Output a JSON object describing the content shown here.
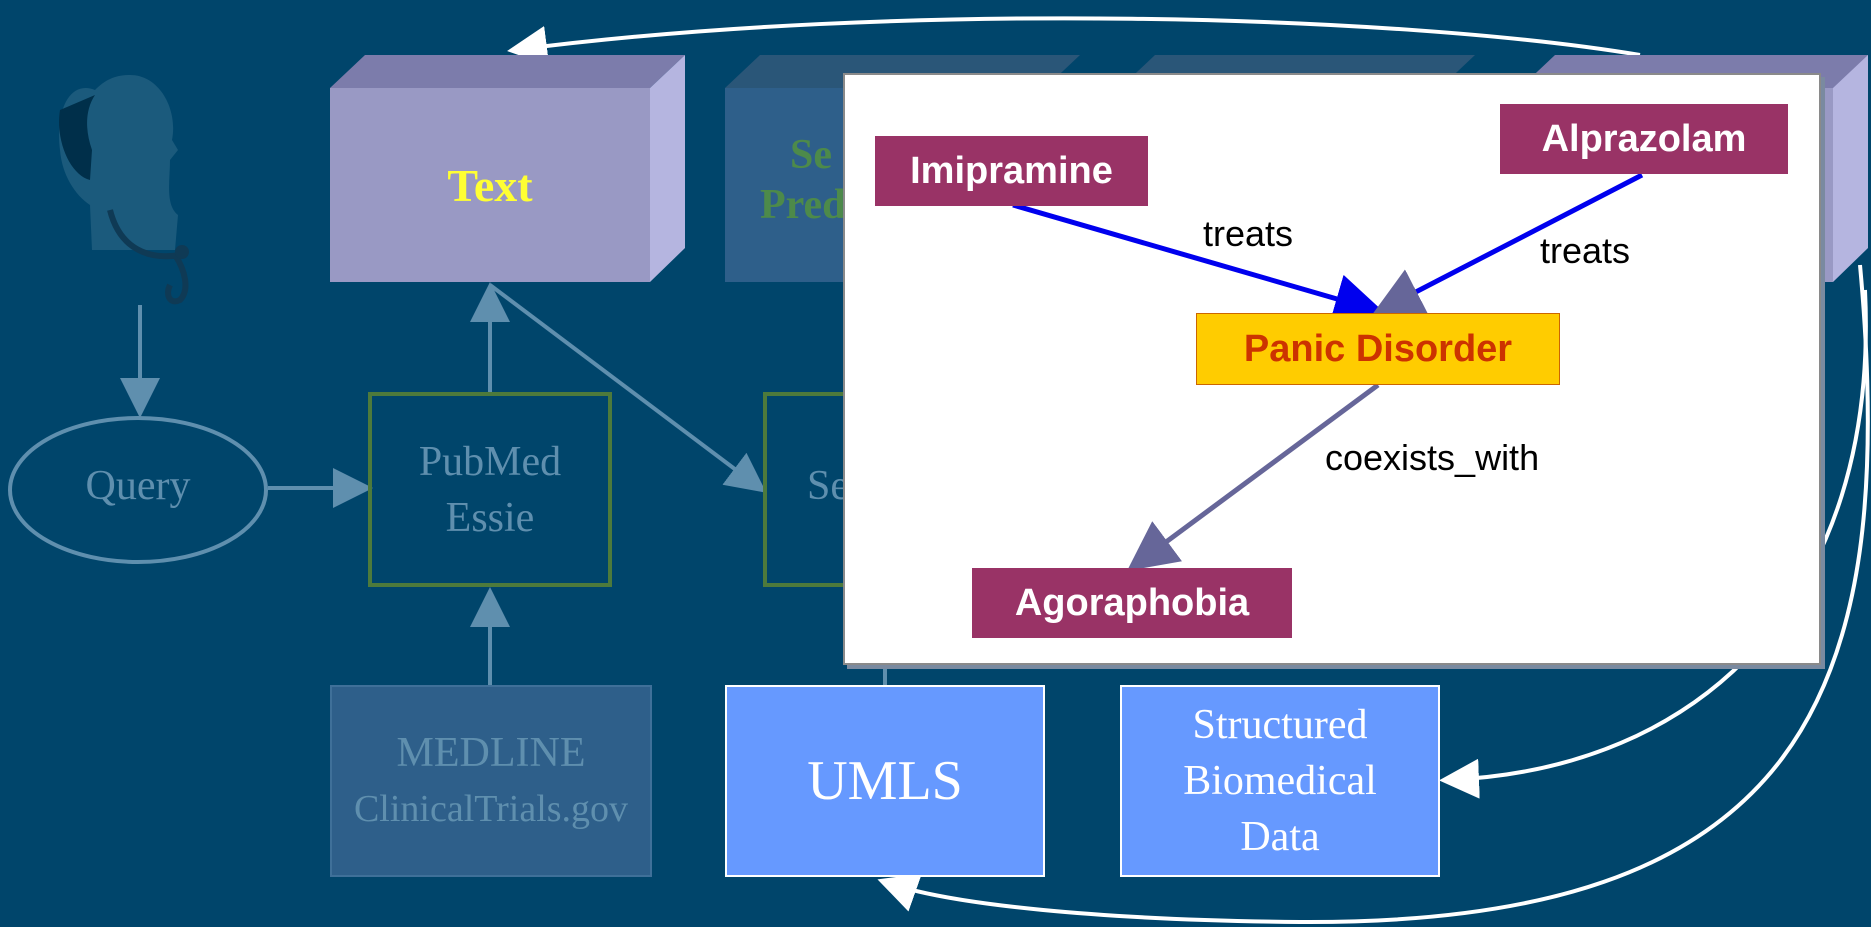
{
  "colors": {
    "background": "#00456b",
    "text_box_front": "#9999c4",
    "text_box_label": "#ffff33",
    "faded_box": "#2e5f8a",
    "umls_box": "#6699ff",
    "pubmed_border": "#4d7a3c",
    "entity_node": "#993366",
    "focus_node": "#ffcc00",
    "focus_text": "#cc3300",
    "treats_arrow": "#0000ee",
    "coexists_arrow": "#666699"
  },
  "icons": {
    "physician": "physician-with-stethoscope-icon"
  },
  "pipeline": {
    "text_box": "Text",
    "semantic_box_line1": "Se",
    "semantic_box_line2": "Pred",
    "query": "Query",
    "pubmed": [
      "PubMed",
      "Essie"
    ],
    "semrep_partial": "Se",
    "medline": [
      "MEDLINE",
      "ClinicalTrials.gov"
    ],
    "umls": "UMLS",
    "structured_data": [
      "Structured",
      "Biomedical",
      "Data"
    ]
  },
  "popup_graph": {
    "nodes": {
      "imipramine": "Imipramine",
      "alprazolam": "Alprazolam",
      "panic_disorder": "Panic Disorder",
      "agoraphobia": "Agoraphobia"
    },
    "edges": {
      "imipramine_treats": "treats",
      "alprazolam_treats": "treats",
      "coexists": "coexists_with"
    }
  }
}
